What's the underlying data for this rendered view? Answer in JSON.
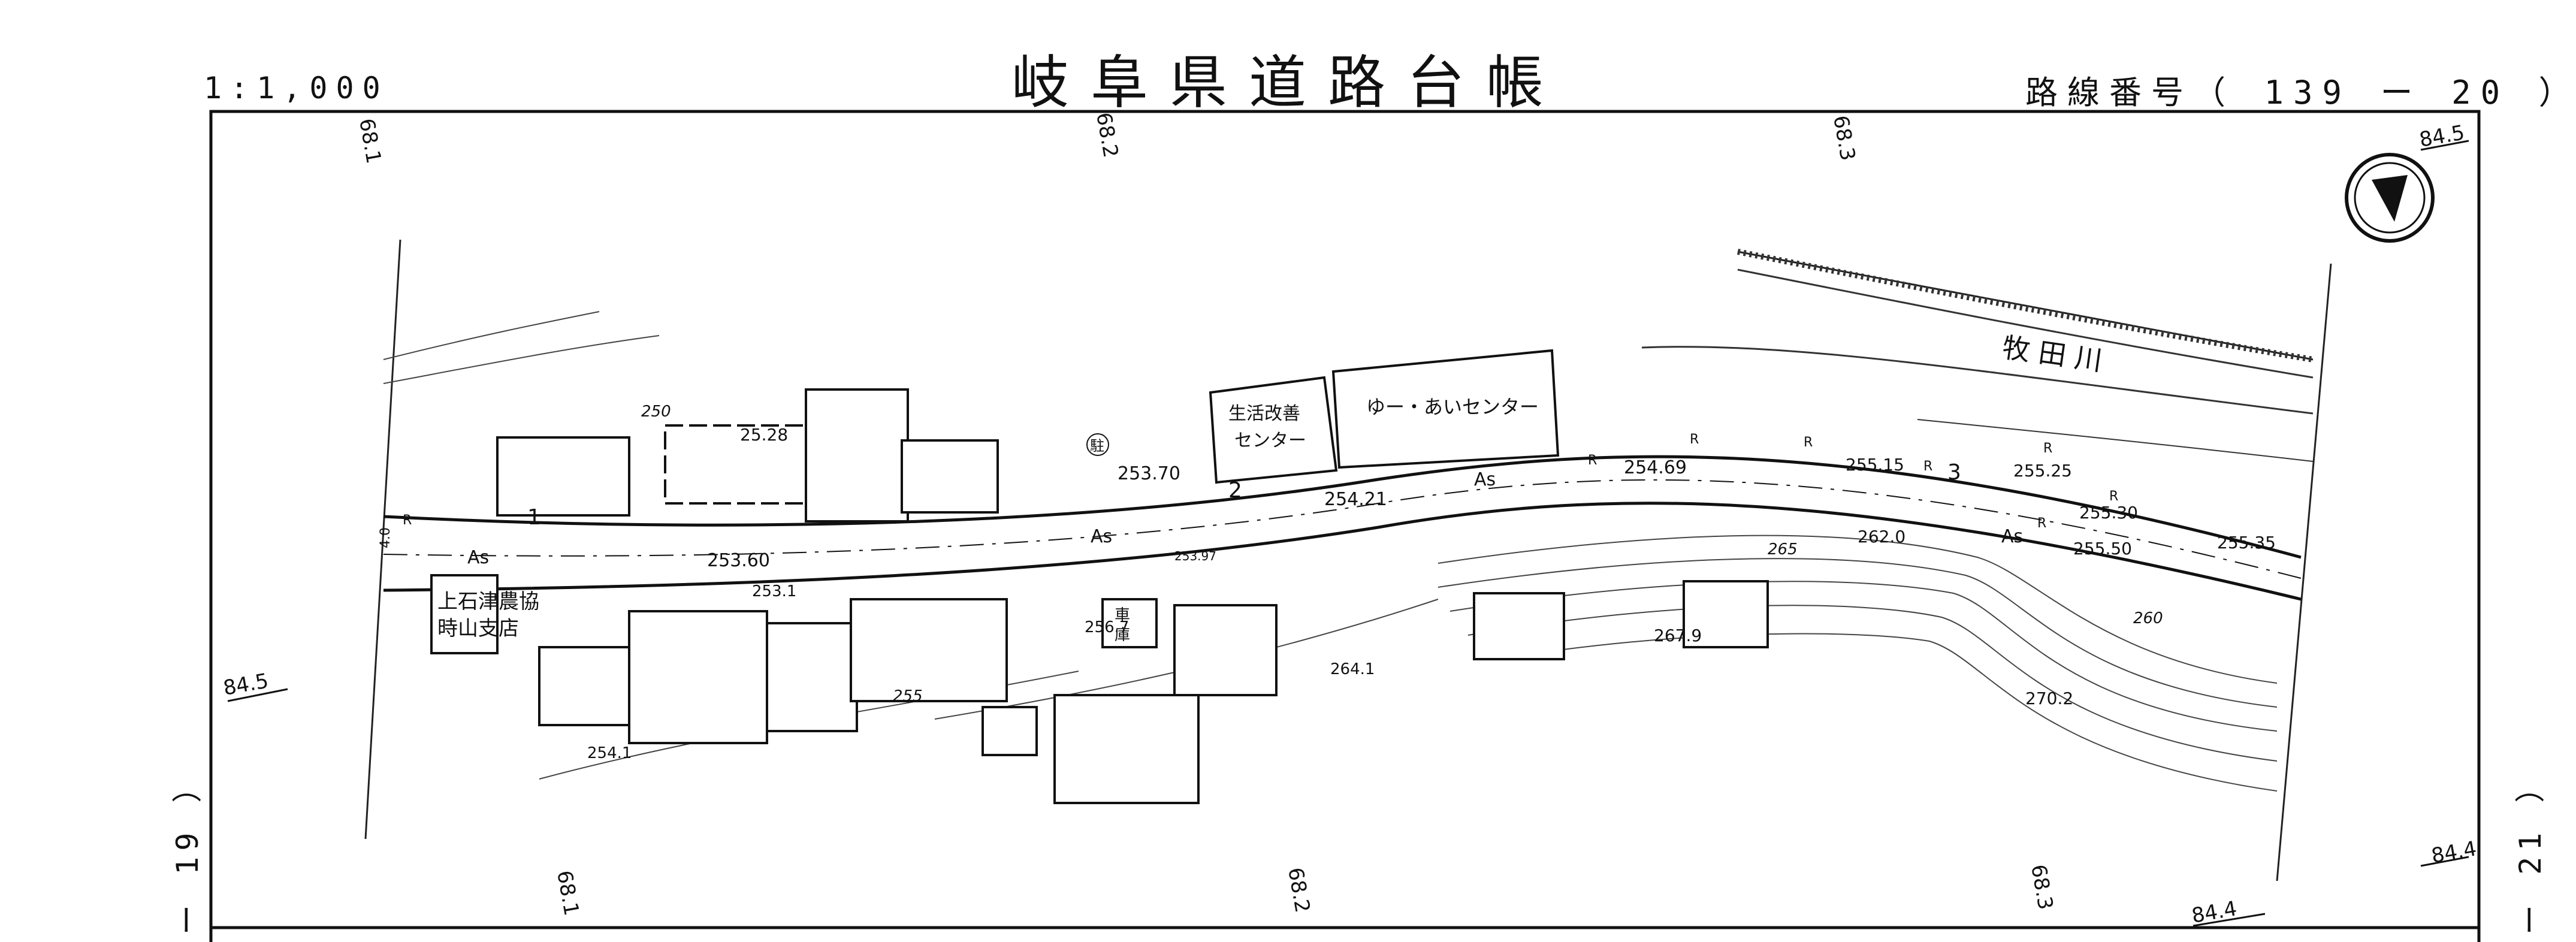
{
  "header": {
    "title": "岐阜県道路台帳",
    "scale": "1:1,000",
    "route_label": "路線番号（ 139 ー 20 ）"
  },
  "side_labels": {
    "left": "ー 19 ）",
    "right": "ー 21 ）"
  },
  "grid_labels": {
    "top_1": "68.1",
    "top_2": "68.2",
    "top_3": "68.3",
    "bottom_1": "68.1",
    "bottom_2": "68.2",
    "bottom_3": "68.3",
    "left_mid": "84.5",
    "right_top": "84.5",
    "right_bottom": "84.4",
    "bottom_right": "84.4"
  },
  "places": {
    "river": "牧 田 川",
    "center": "ゆー・あいセンター",
    "seikatsu_1": "生活改善",
    "seikatsu_2": "センター",
    "noukyo_1": "上石津農協",
    "noukyo_2": "時山支店",
    "shako_1": "車",
    "shako_2": "庫",
    "parking": "駐"
  },
  "elevations": {
    "e1": "25.28",
    "e2": "253.70",
    "e3": "253.60",
    "e4": "253.1",
    "e5": "253.97",
    "e6": "254.21",
    "e7": "254.69",
    "e8": "255.15",
    "e9": "255.25",
    "e10": "255.30",
    "e11": "255.35",
    "e12": "255.50",
    "e13": "262.0",
    "e14": "267.9",
    "e15": "264.1",
    "e16": "256.7",
    "e17": "254.1",
    "e18": "270.2"
  },
  "contours": {
    "c250": "250",
    "c255": "255",
    "c260": "260",
    "c265": "265"
  },
  "road_marks": {
    "as1": "As",
    "as2": "As",
    "as3": "As",
    "as4": "As",
    "r1": "R",
    "r2": "R",
    "r3": "R",
    "r4": "R",
    "r5": "R",
    "r6": "R",
    "r7": "R",
    "r8": "R",
    "width": "4.0"
  },
  "points": {
    "p1": "1",
    "p2": "2",
    "p3": "3"
  }
}
